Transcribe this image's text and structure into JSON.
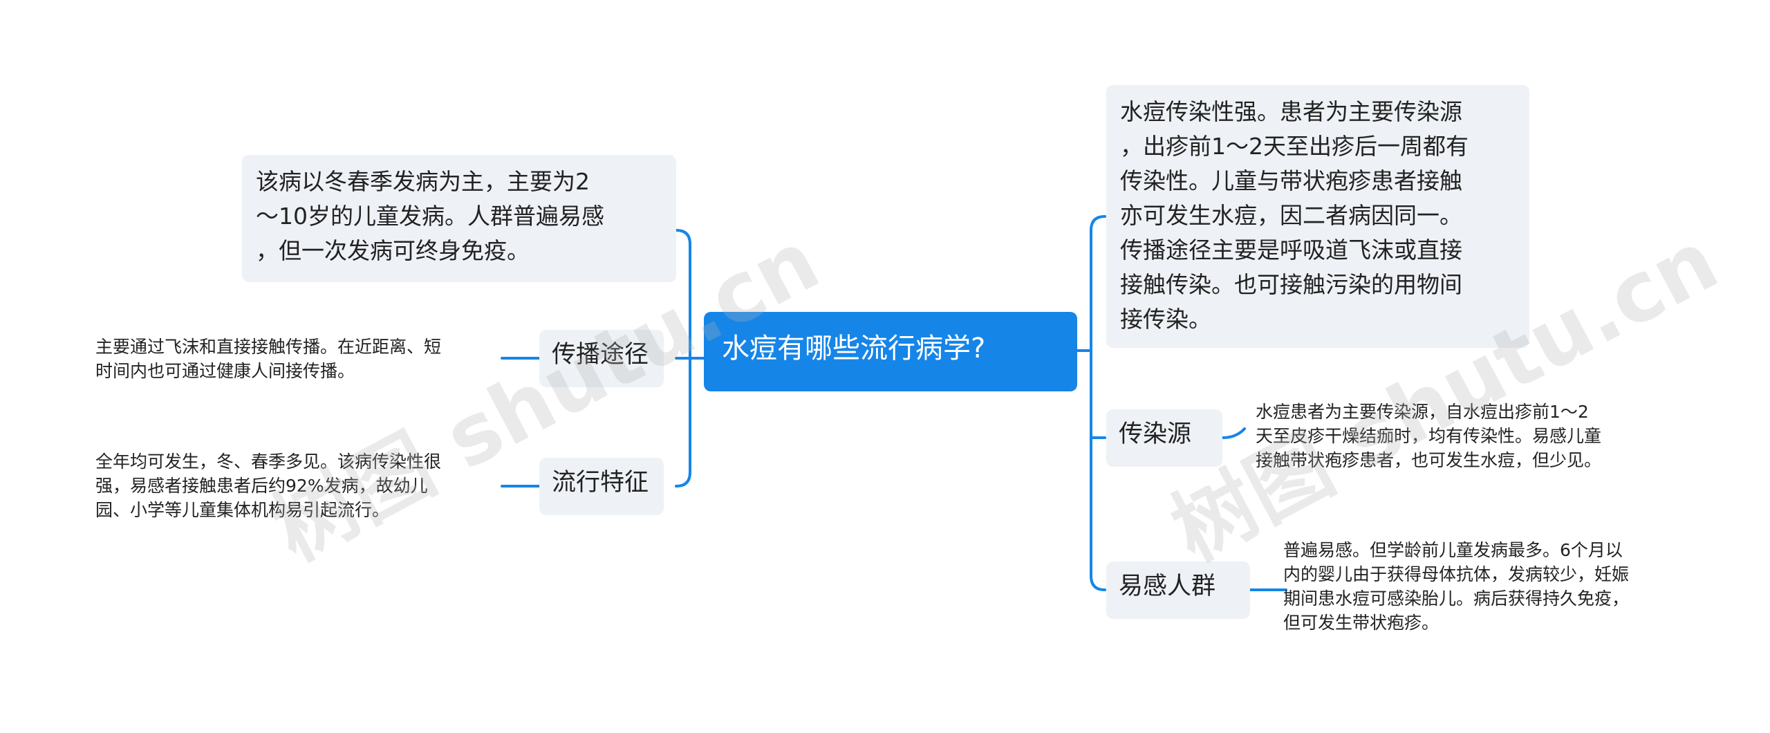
{
  "central_topic": "水痘有哪些流行病学?",
  "left": {
    "intro": "该病以冬春季发病为主，主要为2\n～10岁的儿童发病。人群普遍易感\n，但一次发病可终身免疫。",
    "transmission": {
      "label": "传播途径",
      "note": "主要通过飞沫和直接接触传播。在近距离、短\n时间内也可通过健康人间接传播。"
    },
    "epidemic": {
      "label": "流行特征",
      "note": "全年均可发生，冬、春季多见。该病传染性很\n强，易感者接触患者后约92%发病，故幼儿\n园、小学等儿童集体机构易引起流行。"
    }
  },
  "right": {
    "overview": "水痘传染性强。患者为主要传染源\n，出疹前1～2天至出疹后一周都有\n传染性。儿童与带状疱疹患者接触\n亦可发生水痘，因二者病因同一。\n传播途径主要是呼吸道飞沫或直接\n接触传染。也可接触污染的用物间\n接传染。",
    "source": {
      "label": "传染源",
      "note": "水痘患者为主要传染源，自水痘出疹前1～2\n天至皮疹干燥结痂时，均有传染性。易感儿童\n接触带状疱疹患者，也可发生水痘，但少见。"
    },
    "susceptible": {
      "label": "易感人群",
      "note": "普遍易感。但学龄前儿童发病最多。6个月以\n内的婴儿由于获得母体抗体，发病较少，妊娠\n期间患水痘可感染胎儿。病后获得持久免疫，\n但可发生带状疱疹。"
    }
  },
  "watermark": "树图 shutu.cn",
  "colors": {
    "center": "#1685e8",
    "connector": "#1685e8",
    "node_bg": "#eef1f5"
  }
}
